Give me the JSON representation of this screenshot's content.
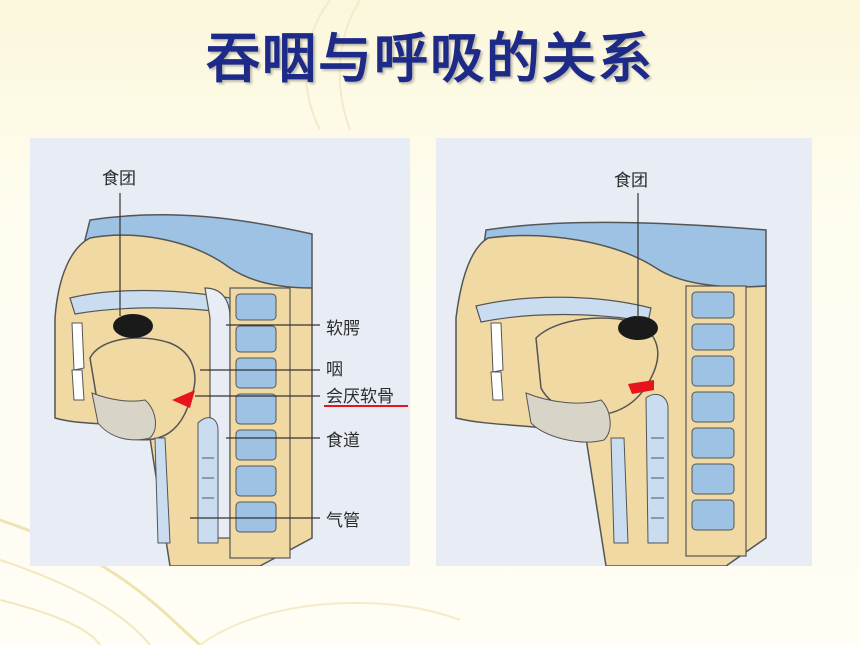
{
  "title": "吞咽与呼吸的关系",
  "left_diagram": {
    "labels": {
      "bolus": "食团",
      "soft_palate": "软腭",
      "pharynx": "咽",
      "epiglottis": "会厌软骨",
      "esophagus": "食道",
      "trachea": "气管"
    }
  },
  "right_diagram": {
    "labels": {
      "bolus": "食团"
    }
  },
  "colors": {
    "title": "#1d2a87",
    "tissue": "#f1d9a3",
    "airway_blue": "#9dc2e4",
    "bone_fill": "#c9dcf0",
    "epiglottis_red": "#e8141c",
    "bolus": "#1a1a1a"
  }
}
